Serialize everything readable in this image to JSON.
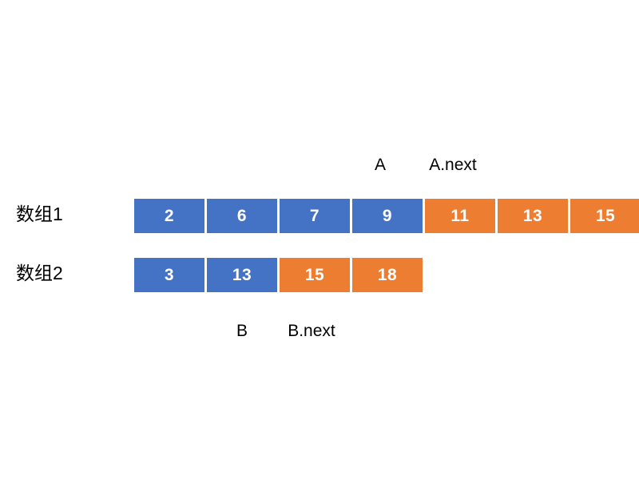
{
  "diagram": {
    "title": "Merge two sorted arrays pointer diagram",
    "background_color": "#FFFFFF",
    "colors": {
      "blue": "#4472C4",
      "orange": "#ED7D31",
      "cell_text": "#FFFFFF",
      "label_text": "#000000"
    }
  },
  "rows": [
    {
      "label": "数组1",
      "cells": [
        {
          "value": "2",
          "color": "blue"
        },
        {
          "value": "6",
          "color": "blue"
        },
        {
          "value": "7",
          "color": "blue"
        },
        {
          "value": "9",
          "color": "blue"
        },
        {
          "value": "11",
          "color": "orange"
        },
        {
          "value": "13",
          "color": "orange"
        },
        {
          "value": "15",
          "color": "orange"
        }
      ]
    },
    {
      "label": "数组2",
      "cells": [
        {
          "value": "3",
          "color": "blue"
        },
        {
          "value": "13",
          "color": "blue"
        },
        {
          "value": "15",
          "color": "orange"
        },
        {
          "value": "18",
          "color": "orange"
        }
      ]
    }
  ],
  "pointers": {
    "a": "A",
    "a_next": "A.next",
    "b": "B",
    "b_next": "B.next"
  }
}
